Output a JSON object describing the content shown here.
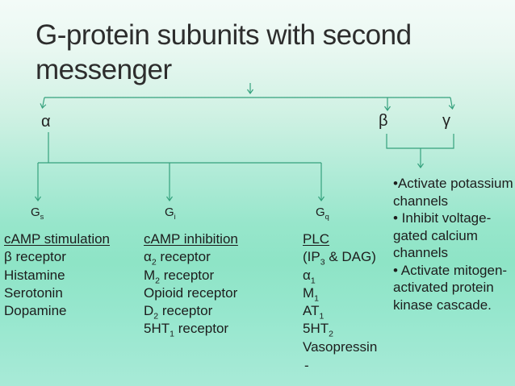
{
  "slide": {
    "title": "G-protein subunits with second messenger",
    "subunits": {
      "alpha": "α",
      "beta": "β",
      "gamma": "γ"
    },
    "alpha_targets": [
      {
        "label": "G_{s}",
        "header": "cAMP stimulation",
        "items": [
          "β receptor",
          "Histamine",
          "Serotonin",
          "Dopamine"
        ]
      },
      {
        "label": "G_{i}",
        "header": "cAMP inhibition",
        "items": [
          "α_{2} receptor",
          "M_{2} receptor",
          "Opioid receptor",
          "D_{2} receptor",
          "5HT_{1} receptor"
        ]
      },
      {
        "label": "G_{q}",
        "header": "PLC",
        "items": [
          "(IP_{3} & DAG)",
          "α_{1}",
          "M_{1}",
          "AT_{1}",
          "5HT_{2}",
          "Vasopressin"
        ]
      }
    ],
    "footnote_dash": "-",
    "beta_gamma_effects": [
      "•Activate potassium channels",
      "• Inhibit voltage-gated calcium channels",
      "• Activate mitogen-activated protein kinase cascade."
    ],
    "colors": {
      "connector": "#35a17d",
      "text": "#1d1d1d",
      "background_top": "#f3fbf8",
      "background_mid": "#8ee4c6",
      "background_bottom": "#a8ead7"
    }
  }
}
